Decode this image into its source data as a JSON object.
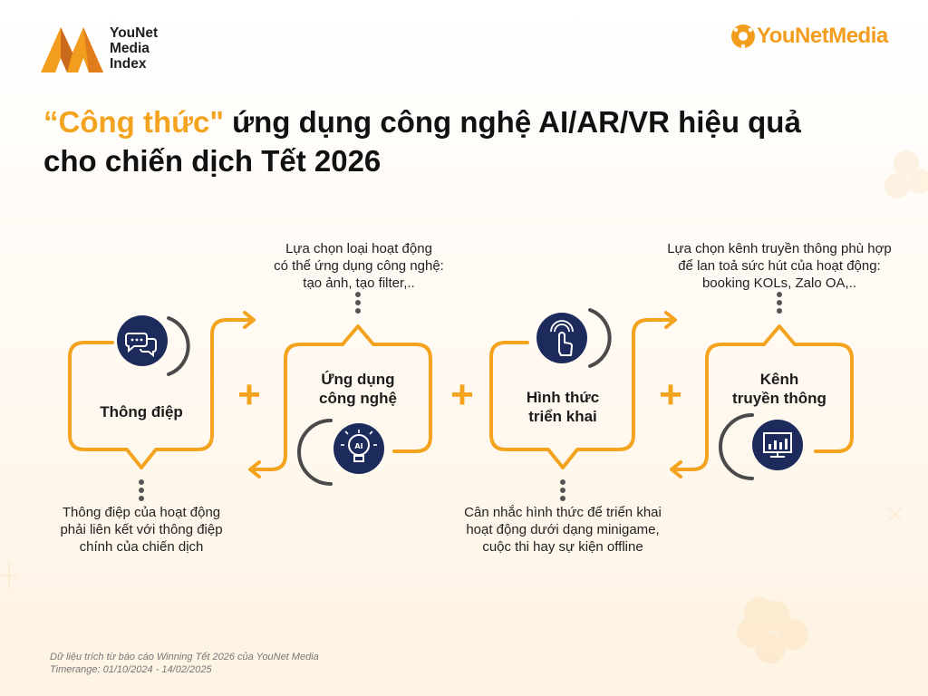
{
  "brand": {
    "index_logo_lines": [
      "YouNet",
      "Media",
      "Index"
    ],
    "right_logo_text": "YouNetMedia"
  },
  "title": {
    "highlight": "“Công thức\"",
    "rest": " ứng dụng công nghệ AI/AR/VR hiệu quả cho chiến dịch Tết 2026"
  },
  "steps": [
    {
      "label_lines": [
        "Thông điệp"
      ],
      "icon": "chat-bubbles-icon",
      "caption_lines": [
        "Thông điệp của hoạt động",
        "phải liên kết với thông điệp",
        "chính của chiến dịch"
      ]
    },
    {
      "label_lines": [
        "Ứng dụng",
        "công nghệ"
      ],
      "icon": "ai-lightbulb-icon",
      "caption_lines": [
        "Lựa chọn loại hoạt động",
        "có thể ứng dụng công nghệ:",
        "tạo ảnh, tạo filter,.."
      ]
    },
    {
      "label_lines": [
        "Hình thức",
        "triển khai"
      ],
      "icon": "touch-hand-icon",
      "caption_lines": [
        "Cân nhắc hình thức để triển khai",
        "hoạt động dưới dạng minigame,",
        "cuộc thi hay sự kiện offline"
      ]
    },
    {
      "label_lines": [
        "Kênh",
        "truyền thông"
      ],
      "icon": "analytics-monitor-icon",
      "caption_lines": [
        "Lựa chọn kênh truyền thông phù hợp",
        "để lan toả sức hút của hoạt động:",
        "booking KOLs, Zalo OA,.."
      ]
    }
  ],
  "operator": "+",
  "footnote": {
    "line1": "Dữ liệu trích từ báo cáo Winning Tết 2026 của YouNet Media",
    "line2": "Timerange: 01/10/2024 - 14/02/2025"
  },
  "colors": {
    "accent": "#f4a31f",
    "icon_circle": "#1c2a5c",
    "arc": "#4a4a4a",
    "dots": "#555555",
    "logo_orange": "#f29d1d",
    "logo_dark_orange": "#c96a1c"
  }
}
